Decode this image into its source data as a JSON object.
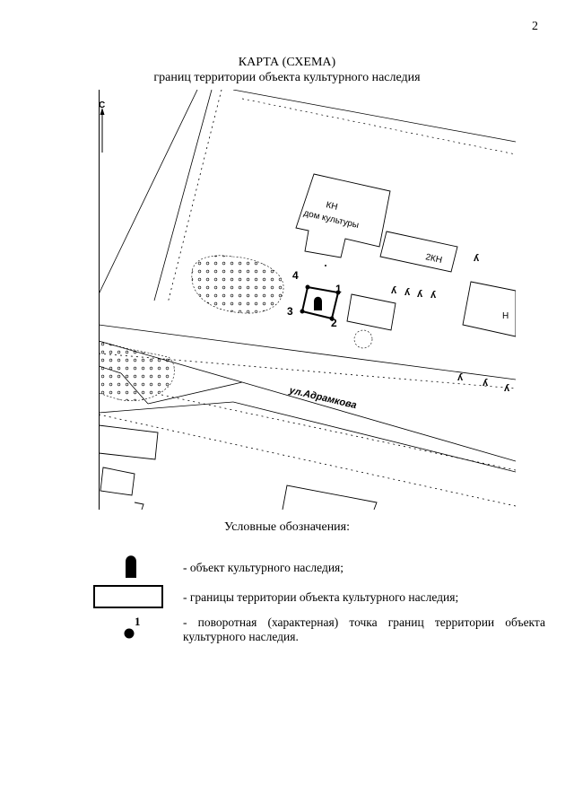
{
  "page_number": "2",
  "title": {
    "line1": "КАРТА (СХЕМА)",
    "line2": "границ территории объекта культурного наследия"
  },
  "map": {
    "north_label": "С",
    "street_label": "ул.Адрамкова",
    "building_main_label_1": "КН",
    "building_main_label_2": "дом культуры",
    "building_2kn_label": "2КН",
    "building_n_label": "Н",
    "boundary_points": [
      "1",
      "2",
      "3",
      "4"
    ],
    "colors": {
      "ink": "#000000",
      "vegetation_dot": "#000000"
    },
    "icons": [
      "north-arrow-icon",
      "monument-icon",
      "tree-symbol-icon",
      "boundary-point-icon"
    ]
  },
  "legend": {
    "heading": "Условные обозначения:",
    "item_heritage": "- объект культурного наследия;",
    "item_boundary": "- границы территории объекта культурного наследия;",
    "item_point_number": "1",
    "item_point_line1": "- поворотная (характерная) точка границ территории объекта",
    "item_point_line2": "культурного наследия."
  }
}
